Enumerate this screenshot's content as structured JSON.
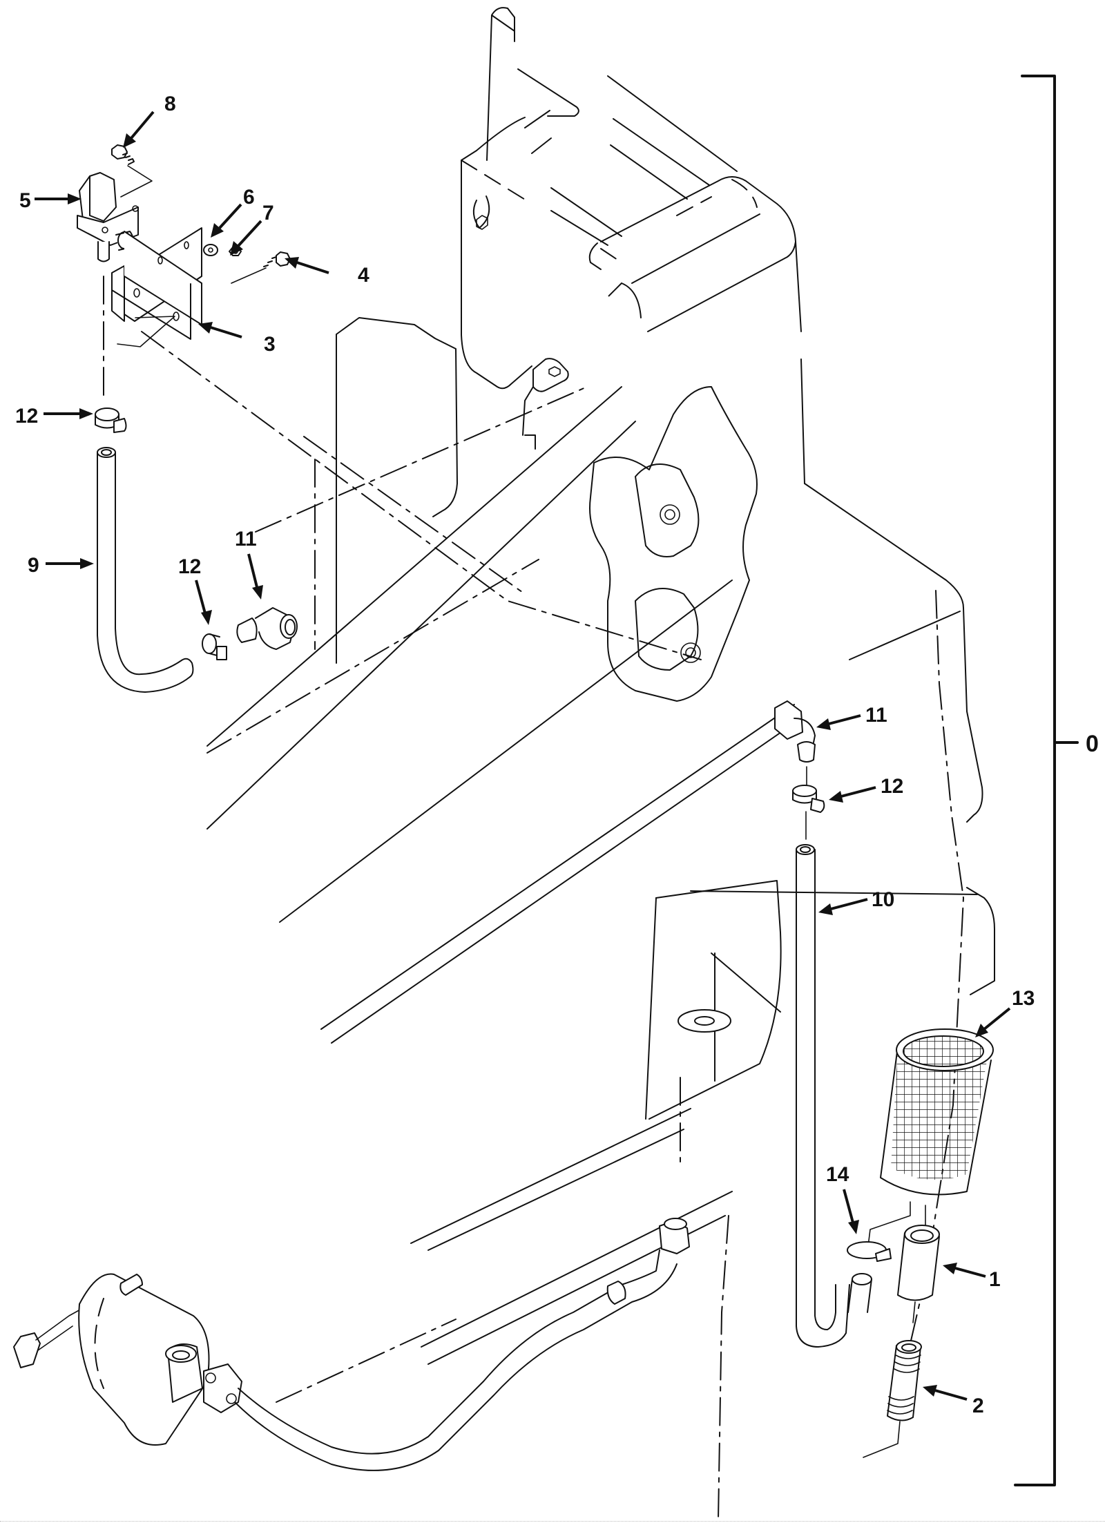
{
  "figure": {
    "type": "exploded-parts-diagram",
    "assembly_label": "0",
    "callouts": [
      {
        "id": "c8",
        "label": "8"
      },
      {
        "id": "c5",
        "label": "5"
      },
      {
        "id": "c6",
        "label": "6"
      },
      {
        "id": "c7",
        "label": "7"
      },
      {
        "id": "c4",
        "label": "4"
      },
      {
        "id": "c3",
        "label": "3"
      },
      {
        "id": "c12a",
        "label": "12"
      },
      {
        "id": "c9",
        "label": "9"
      },
      {
        "id": "c12b",
        "label": "12"
      },
      {
        "id": "c11a",
        "label": "11"
      },
      {
        "id": "c11b",
        "label": "11"
      },
      {
        "id": "c12c",
        "label": "12"
      },
      {
        "id": "c10",
        "label": "10"
      },
      {
        "id": "c13",
        "label": "13"
      },
      {
        "id": "c14",
        "label": "14"
      },
      {
        "id": "c1",
        "label": "1"
      },
      {
        "id": "c2",
        "label": "2"
      }
    ],
    "parts": [
      {
        "item": "1",
        "name": "hose-coupling"
      },
      {
        "item": "2",
        "name": "barbed-nipple"
      },
      {
        "item": "3",
        "name": "mounting-bracket"
      },
      {
        "item": "4",
        "name": "hex-bolt"
      },
      {
        "item": "5",
        "name": "solenoid-valve"
      },
      {
        "item": "6",
        "name": "flat-washer"
      },
      {
        "item": "7",
        "name": "hex-nut"
      },
      {
        "item": "8",
        "name": "hex-screw"
      },
      {
        "item": "9",
        "name": "hose"
      },
      {
        "item": "10",
        "name": "hose"
      },
      {
        "item": "11",
        "name": "elbow-fitting"
      },
      {
        "item": "12",
        "name": "hose-clamp"
      },
      {
        "item": "13",
        "name": "strainer-screen"
      },
      {
        "item": "14",
        "name": "hose-clamp"
      }
    ],
    "line_color": "#111111",
    "background": "#ffffff"
  }
}
